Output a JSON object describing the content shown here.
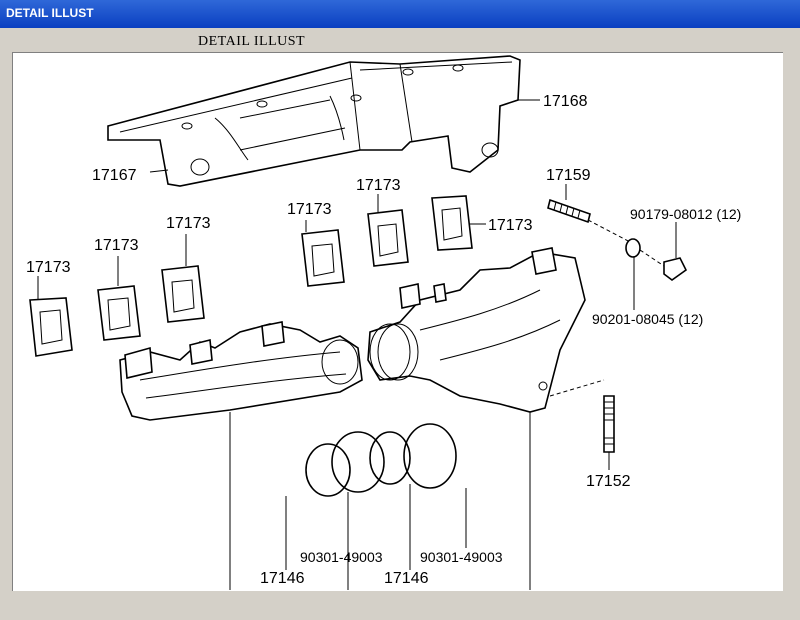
{
  "window": {
    "title": "DETAIL ILLUST"
  },
  "diagram": {
    "caption": "DETAIL ILLUST",
    "labels": {
      "p17168": "17168",
      "p17167": "17167",
      "p17159": "17159",
      "p90179": "90179-08012 (12)",
      "p90201": "90201-08045 (12)",
      "p17173a": "17173",
      "p17173b": "17173",
      "p17173c": "17173",
      "p17173d": "17173",
      "p17173e": "17173",
      "p17173f": "17173",
      "p17152": "17152",
      "p17146a": "17146",
      "p17146b": "17146",
      "p90301a": "90301-49003",
      "p90301b": "90301-49003"
    }
  }
}
